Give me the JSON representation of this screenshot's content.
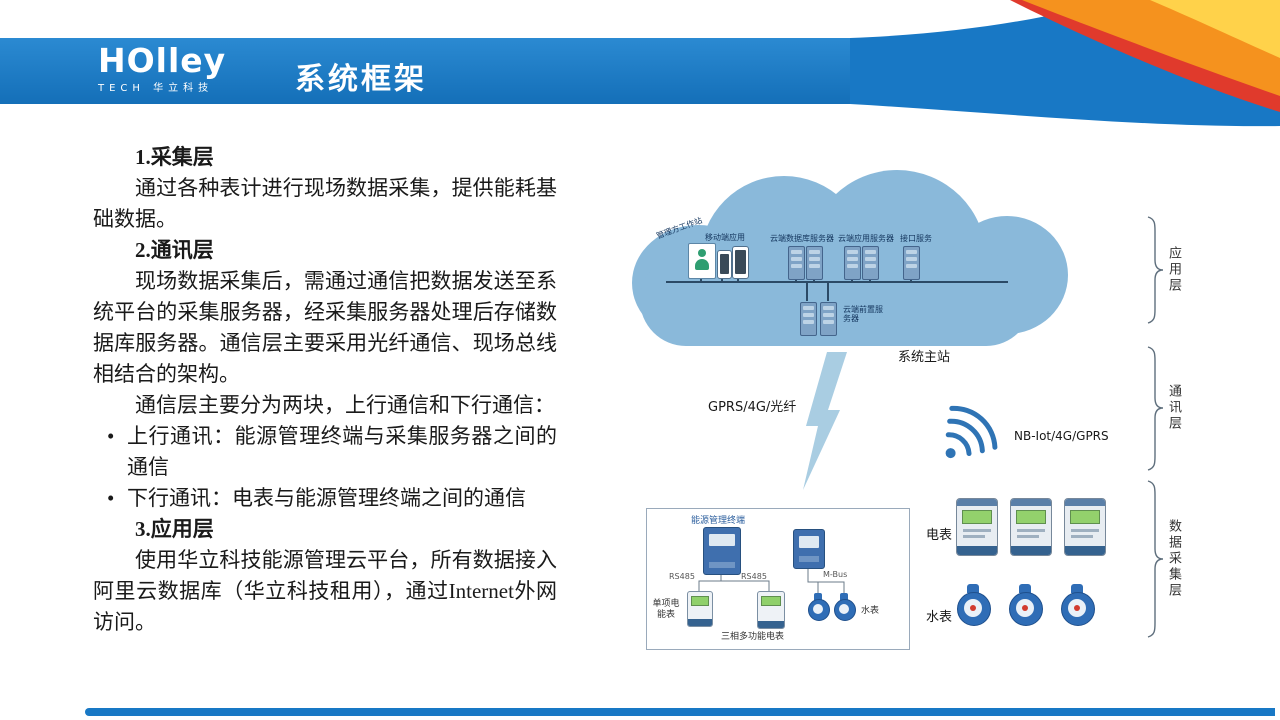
{
  "header": {
    "title": "系统框架",
    "logo_main": "HOlley",
    "logo_sub": "TECH 华立科技"
  },
  "content": {
    "sections": [
      {
        "heading": "1.采集层",
        "p1": "通过各种表计进行现场数据采集，提供能耗基础数据。"
      },
      {
        "heading": "2.通讯层",
        "p1": "现场数据采集后，需通过通信把数据发送至系统平台的采集服务器，经采集服务器处理后存储数据库服务器。通信层主要采用光纤通信、现场总线相结合的架构。",
        "p2": "通信层主要分为两块，上行通信和下行通信：",
        "bullet1": "上行通讯：能源管理终端与采集服务器之间的通信",
        "bullet2": "下行通讯：电表与能源管理终端之间的通信"
      },
      {
        "heading": "3.应用层",
        "p1": "使用华立科技能源管理云平台，所有数据接入阿里云数据库（华立科技租用），通过Internet外网访问。"
      }
    ]
  },
  "diagram": {
    "cloud": {
      "workstation": "管理方工作站",
      "mobile": "移动端应用",
      "db_server": "云端数据库服务器",
      "app_server": "云端应用服务器",
      "interface": "接口服务",
      "front_server": "云端前置服务器"
    },
    "main_station": "系统主站",
    "wan_label": "GPRS/4G/光纤",
    "wireless_label": "NB-Iot/4G/GPRS",
    "field": {
      "terminal": "能源管理终端",
      "rs485_a": "RS485",
      "rs485_b": "RS485",
      "mbus": "M-Bus",
      "single_phase": "单项电能表",
      "three_phase": "三相多功能电表",
      "water": "水表"
    },
    "electric_meters": "电表",
    "water_meters": "水表",
    "layers": [
      {
        "label": "应用层"
      },
      {
        "label": "通讯层"
      },
      {
        "label": "数据采集层"
      }
    ]
  },
  "colors": {
    "header_blue": "#1878c5",
    "swoosh_orange": "#f5921e",
    "swoosh_red": "#e03a2c",
    "swoosh_yellow": "#ffd24a",
    "cloud_blue": "#8ab9da",
    "wifi_blue": "#2f74b5"
  }
}
